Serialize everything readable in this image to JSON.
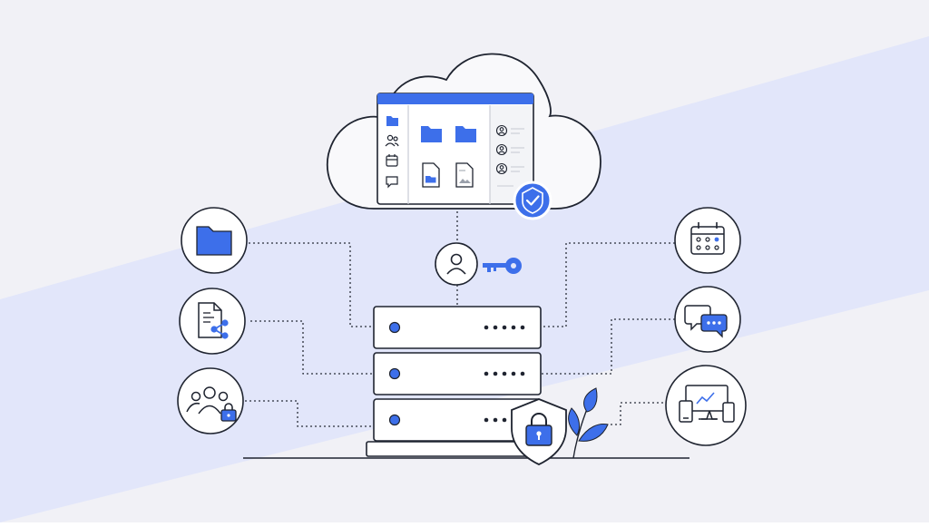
{
  "colors": {
    "background": "#f1f1f6",
    "band": "#e2e6fa",
    "ink": "#1f2430",
    "accent": "#3d6fea",
    "panel": "#f3f4f7",
    "line_gray": "#c9ccd4"
  },
  "cloud_app": {
    "sidebar_icons": [
      "folder-icon",
      "users-icon",
      "calendar-icon",
      "chat-icon"
    ],
    "main_items": [
      "folder-icon",
      "folder-icon",
      "document-icon",
      "image-file-icon"
    ],
    "member_rows": 3,
    "status": "verified-check-icon"
  },
  "left_nodes": [
    {
      "name": "folder-node",
      "icon": "folder-icon"
    },
    {
      "name": "shared-document-node",
      "icon": "share-document-icon"
    },
    {
      "name": "group-lock-node",
      "icon": "group-lock-icon"
    }
  ],
  "right_nodes": [
    {
      "name": "calendar-node",
      "icon": "calendar-icon"
    },
    {
      "name": "chat-node",
      "icon": "chat-bubbles-icon"
    },
    {
      "name": "devices-node",
      "icon": "devices-icon"
    }
  ],
  "access": {
    "user_icon": "user-icon",
    "key_icon": "key-icon"
  },
  "server": {
    "units": 3,
    "security_icon": "shield-lock-icon"
  },
  "decoration": {
    "plant_icon": "leaf-plant-icon"
  }
}
